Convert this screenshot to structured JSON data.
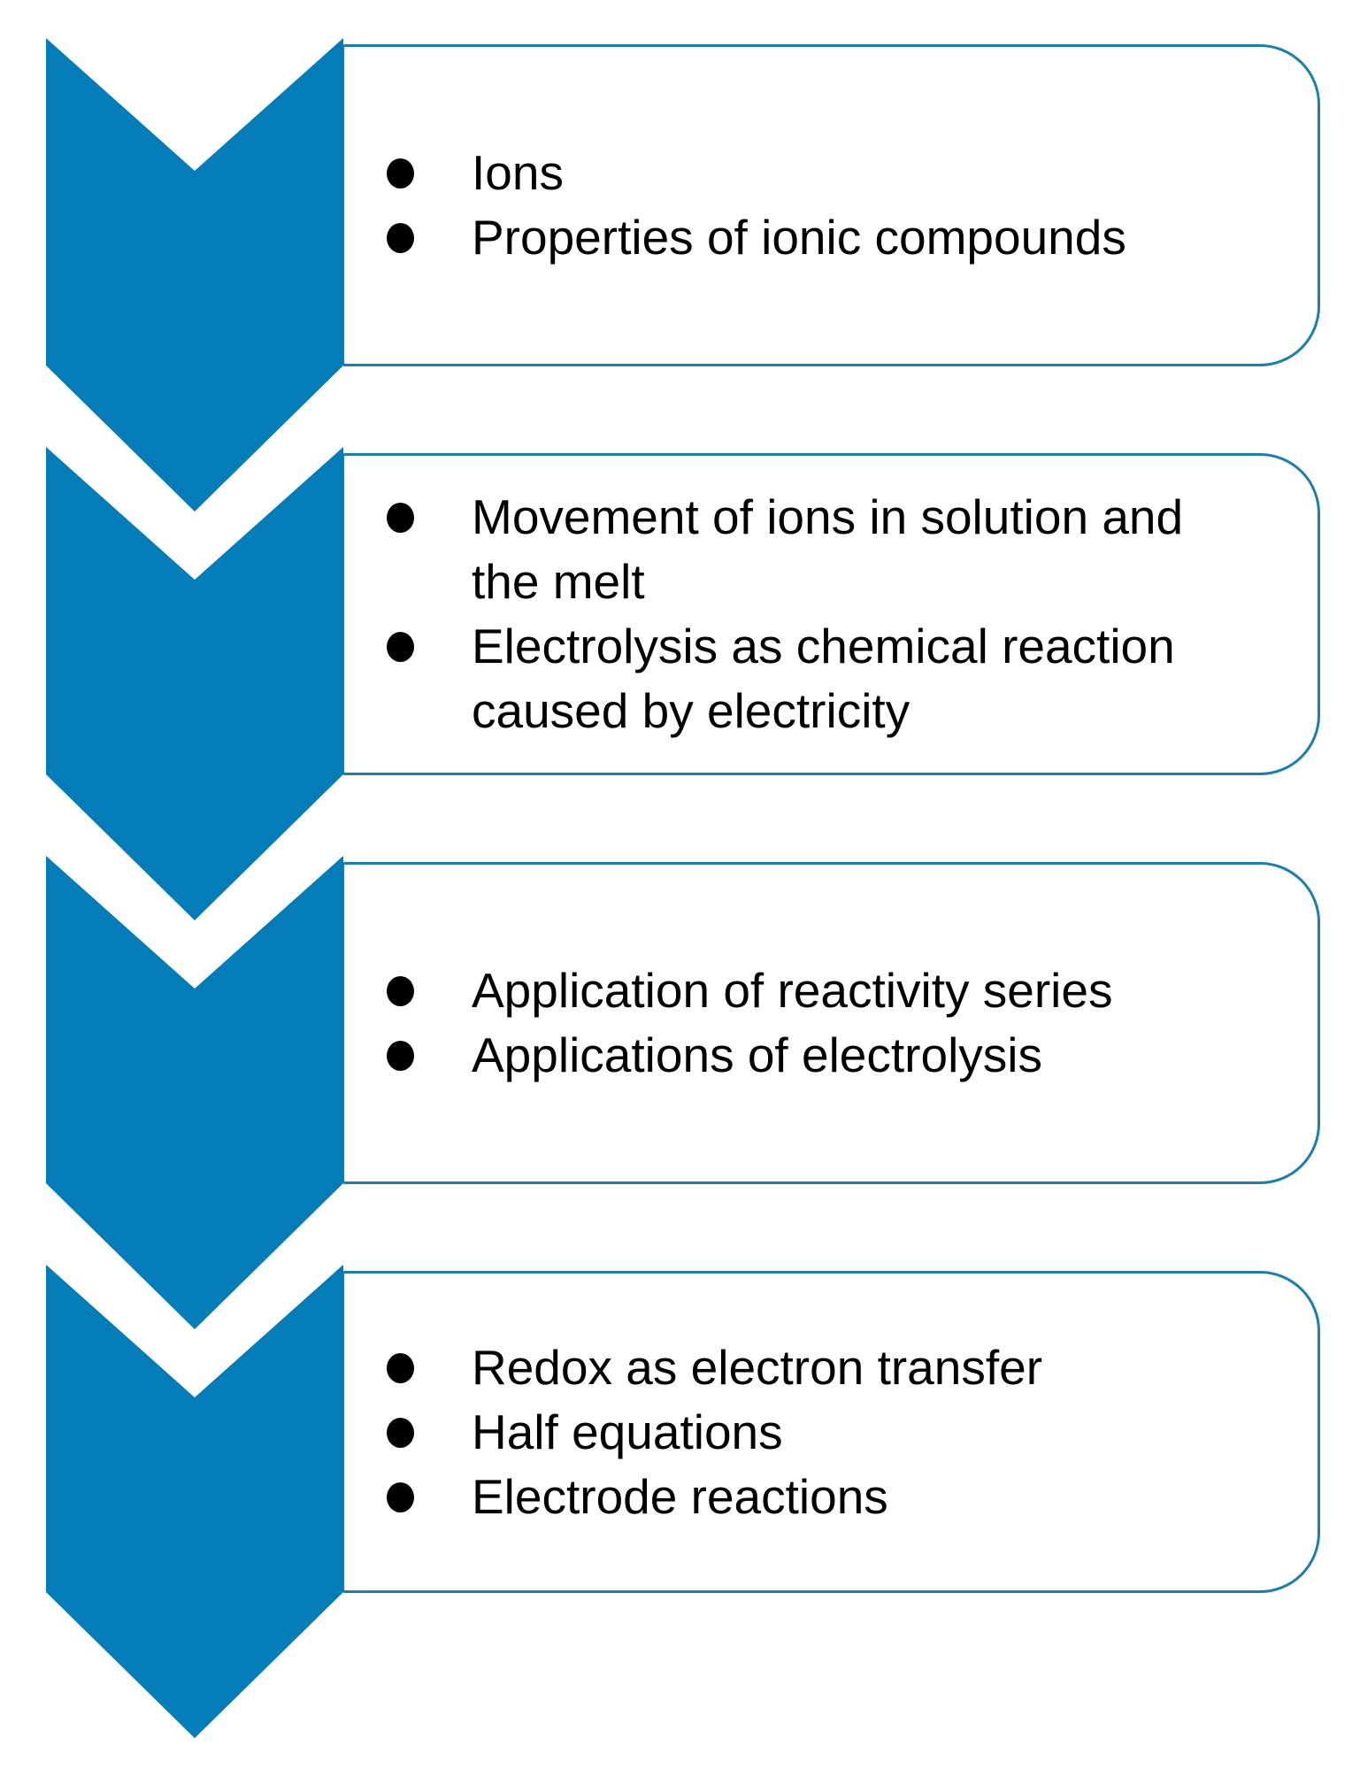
{
  "figure": {
    "type": "vertical-chevron-list",
    "step_count": 4
  },
  "palette": {
    "chevron_fill": "#047CB8",
    "box_border": "#1F7EA9",
    "bullet": "#000000",
    "background": "#FFFFFF"
  },
  "steps": [
    {
      "bullets": [
        "Ions",
        "Properties of ionic compounds"
      ]
    },
    {
      "bullets": [
        "Movement of ions in solution and the melt",
        "Electrolysis as chemical reaction caused by electricity"
      ]
    },
    {
      "bullets": [
        "Application of reactivity series",
        "Applications of electrolysis"
      ]
    },
    {
      "bullets": [
        "Redox as electron transfer",
        "Half equations",
        "Electrode reactions"
      ]
    }
  ]
}
